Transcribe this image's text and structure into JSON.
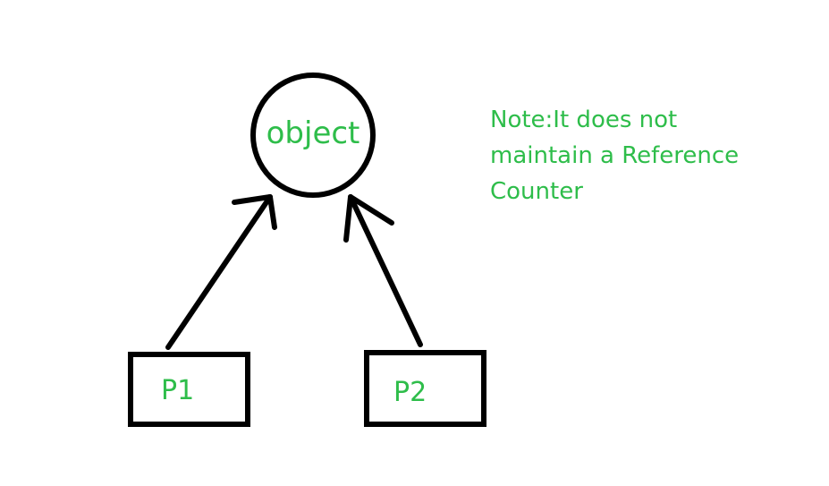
{
  "diagram": {
    "object_label": "object",
    "boxes": [
      {
        "label": "P1"
      },
      {
        "label": "P2"
      }
    ],
    "note": "Note:It does not\nmaintain a Reference\nCounter",
    "colors": {
      "stroke": "#000000",
      "text": "#2ebd4a",
      "background": "#ffffff"
    }
  }
}
